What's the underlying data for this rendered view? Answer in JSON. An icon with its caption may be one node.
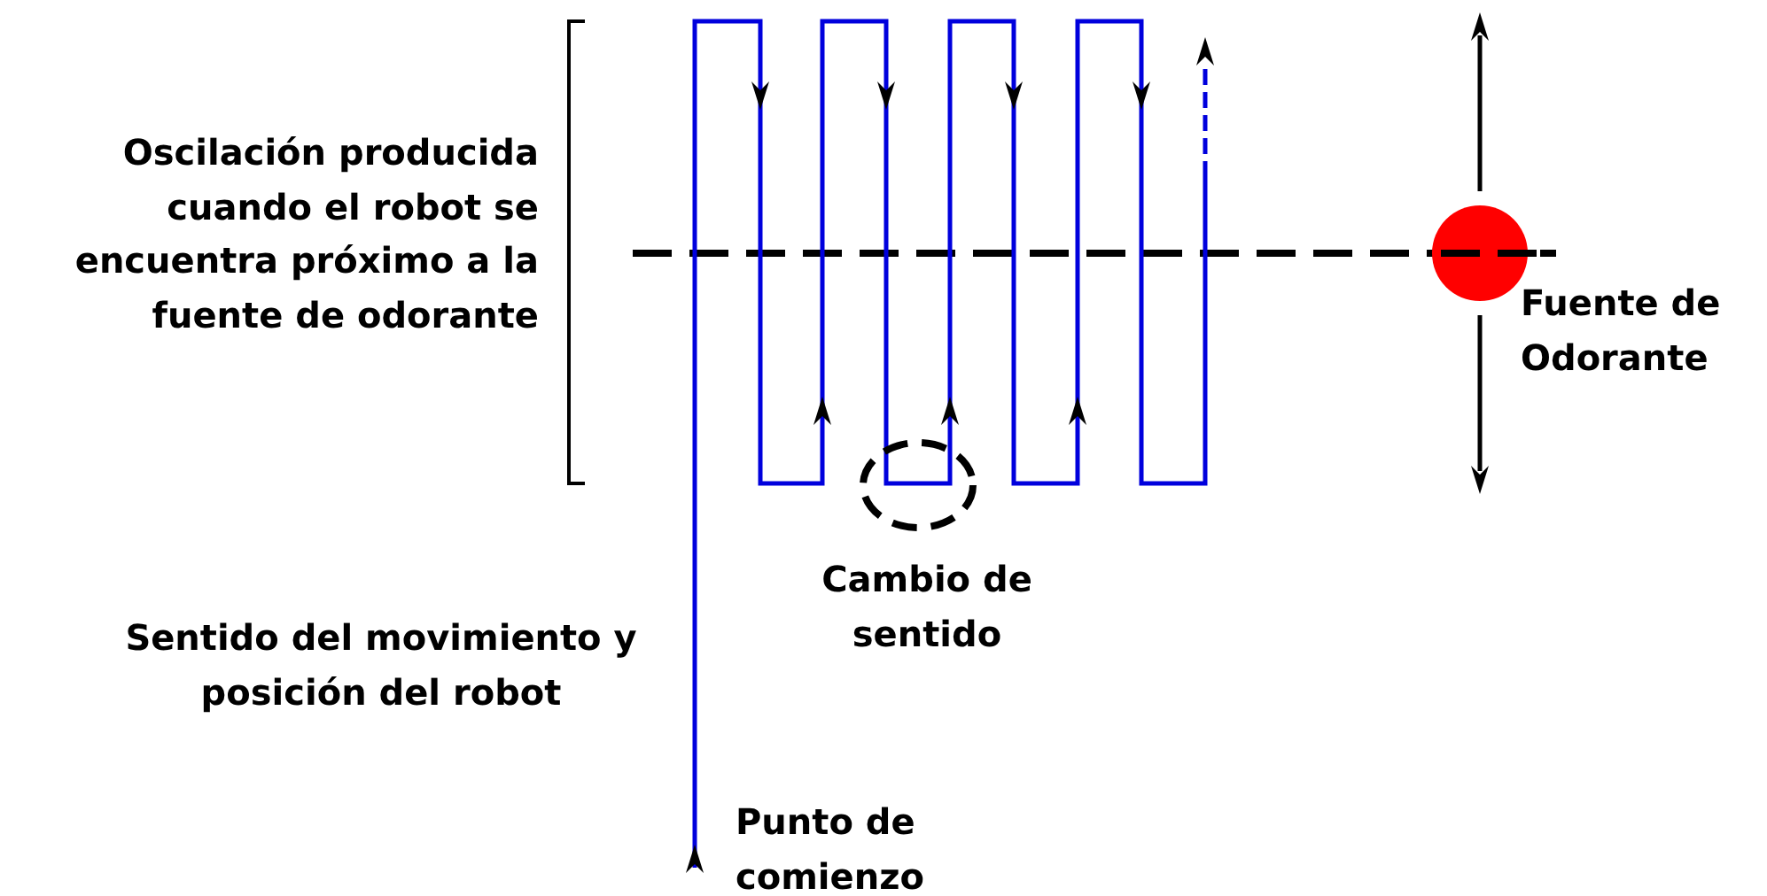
{
  "diagram": {
    "labels": [
      "Oscilación producida cuando el robot se encuentra próximo a la fuente de odorante",
      "Fuente de Odorante",
      "Cambio de sentido",
      "Sentido del movimiento y posición del robot",
      "Punto de comienzo"
    ]
  }
}
